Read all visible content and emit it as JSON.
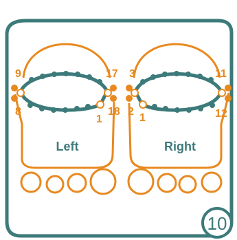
{
  "colors": {
    "frame": "#3d7a7a",
    "dots": "#3d7a7a",
    "outline": "#e8891f",
    "text": "#e8891f",
    "footText": "#3d7a7a",
    "bg": "#ffffff"
  },
  "left": {
    "name": "Left",
    "labels": {
      "top_left": "9",
      "bottom_left": "8",
      "top_right": "17",
      "bottom_right": "18",
      "inner_right": "1"
    }
  },
  "right": {
    "name": "Right",
    "labels": {
      "top_left": "3",
      "bottom_left": "2",
      "inner_left": "1",
      "top_right": "11",
      "bottom_right": "12"
    }
  },
  "page_number": "10"
}
